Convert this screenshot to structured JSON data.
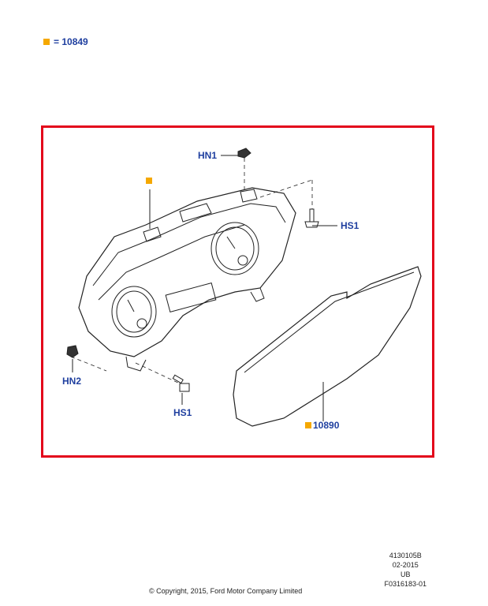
{
  "legend": {
    "symbol_color": "#f5a800",
    "text": "= 10849"
  },
  "callouts": {
    "hn1": "HN1",
    "hs1_right": "HS1",
    "hn2": "HN2",
    "hs1_bottom": "HS1",
    "part_10890": "10890"
  },
  "colors": {
    "frame": "#e3051b",
    "callout_text": "#1f3f9f",
    "marker": "#f5a800"
  },
  "footer": {
    "copyright": "© Copyright, 2015, Ford Motor Company Limited",
    "codes": [
      "4130105B",
      "02-2015",
      "UB",
      "F0316183-01"
    ]
  }
}
